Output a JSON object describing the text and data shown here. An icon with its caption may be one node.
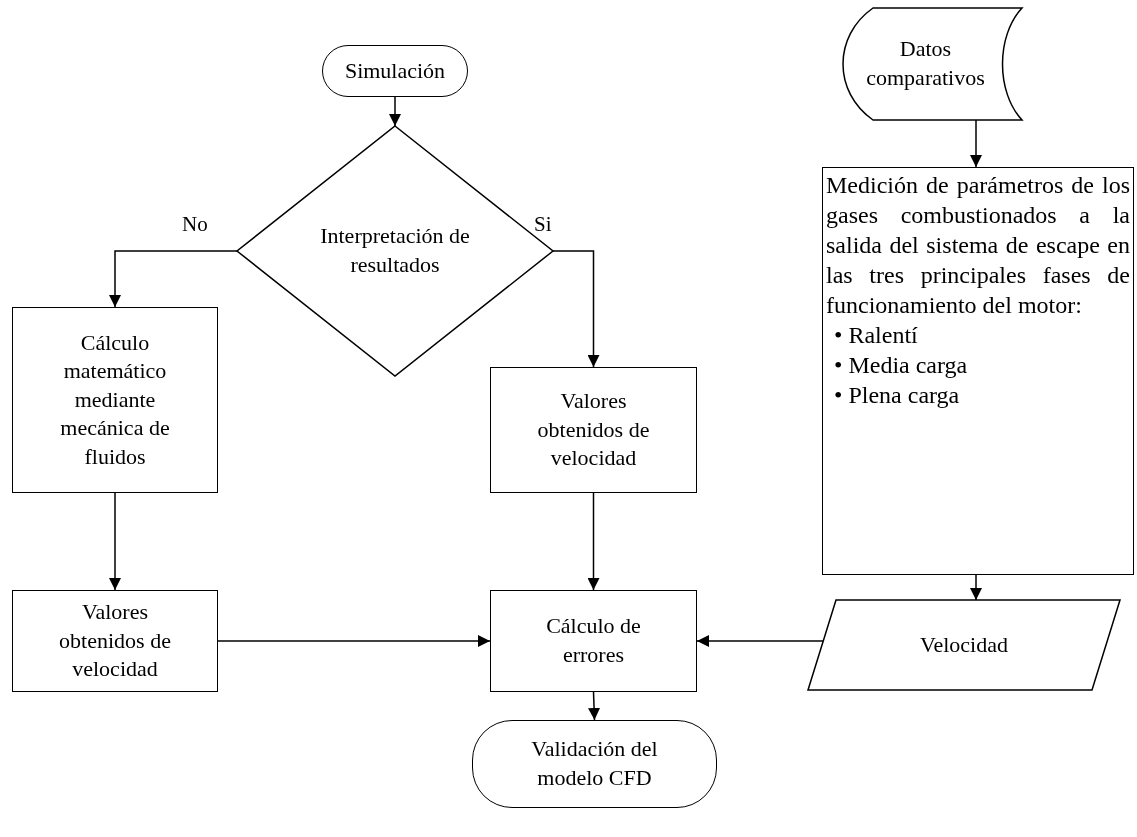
{
  "diagram": {
    "nodes": [
      {
        "text": [
          "Simulación"
        ]
      },
      {
        "text": [
          "Datos comparativos"
        ]
      },
      {
        "text": [
          "Interpretación de resultados"
        ]
      },
      {
        "text": [
          "Medición de parámetros de los gases combustionados a la salida del sistema de escape en las tres principales fases de funcionamiento del motor:",
          "• Ralentí",
          "• Media carga",
          "• Plena carga"
        ]
      },
      {
        "text": [
          "Cálculo matemático mediante mecánica de fluidos"
        ]
      },
      {
        "text": [
          "Valores obtenidos de velocidad"
        ]
      },
      {
        "text": [
          "Valores obtenidos de velocidad"
        ]
      },
      {
        "text": [
          "Velocidad"
        ]
      },
      {
        "text": [
          "Cálculo de errores"
        ]
      },
      {
        "text": [
          "Validación del modelo CFD"
        ]
      }
    ],
    "edges": [
      {
        "from": 0,
        "to": 2,
        "arrow": "to"
      },
      {
        "from": 2,
        "to": 4,
        "arrow": "to",
        "label": "No"
      },
      {
        "from": 2,
        "to": 5,
        "arrow": "to",
        "label": "Si"
      },
      {
        "from": 4,
        "to": 6,
        "arrow": "to"
      },
      {
        "from": 5,
        "to": 8,
        "arrow": "to"
      },
      {
        "from": 6,
        "to": 8,
        "arrow": "to"
      },
      {
        "from": 7,
        "to": 8,
        "arrow": "to"
      },
      {
        "from": 8,
        "to": 9,
        "arrow": "to"
      },
      {
        "from": 1,
        "to": 3,
        "arrow": "to"
      },
      {
        "from": 3,
        "to": 7,
        "arrow": "to"
      }
    ]
  }
}
